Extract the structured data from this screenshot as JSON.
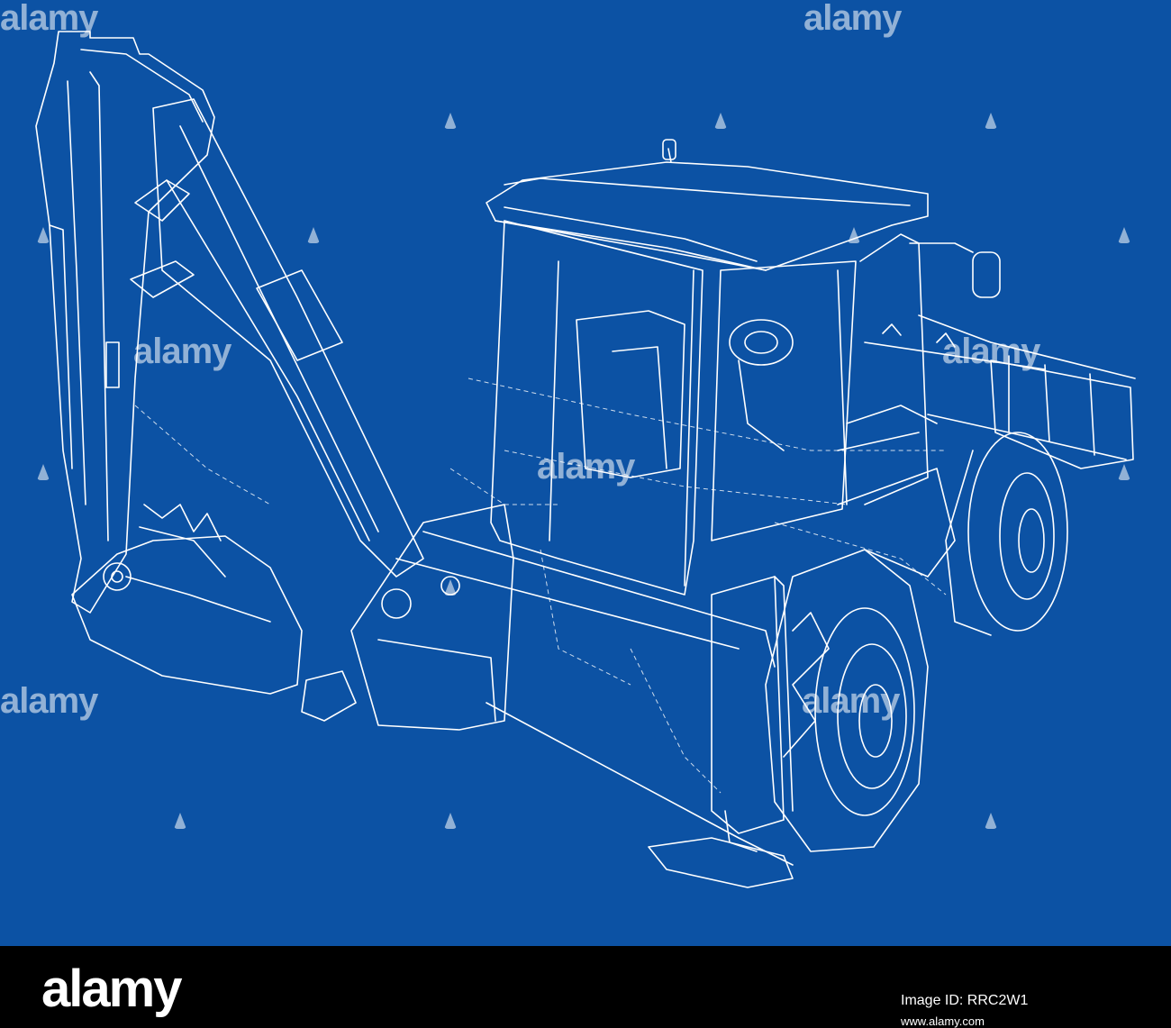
{
  "colors": {
    "background": "#0c52a4",
    "line": "#ffffff",
    "footer": "#000000"
  },
  "watermark": {
    "text": "alamy"
  },
  "footer": {
    "logo_text": "alamy",
    "image_id": "Image ID: RRC2W1",
    "url": "www.alamy.com"
  }
}
